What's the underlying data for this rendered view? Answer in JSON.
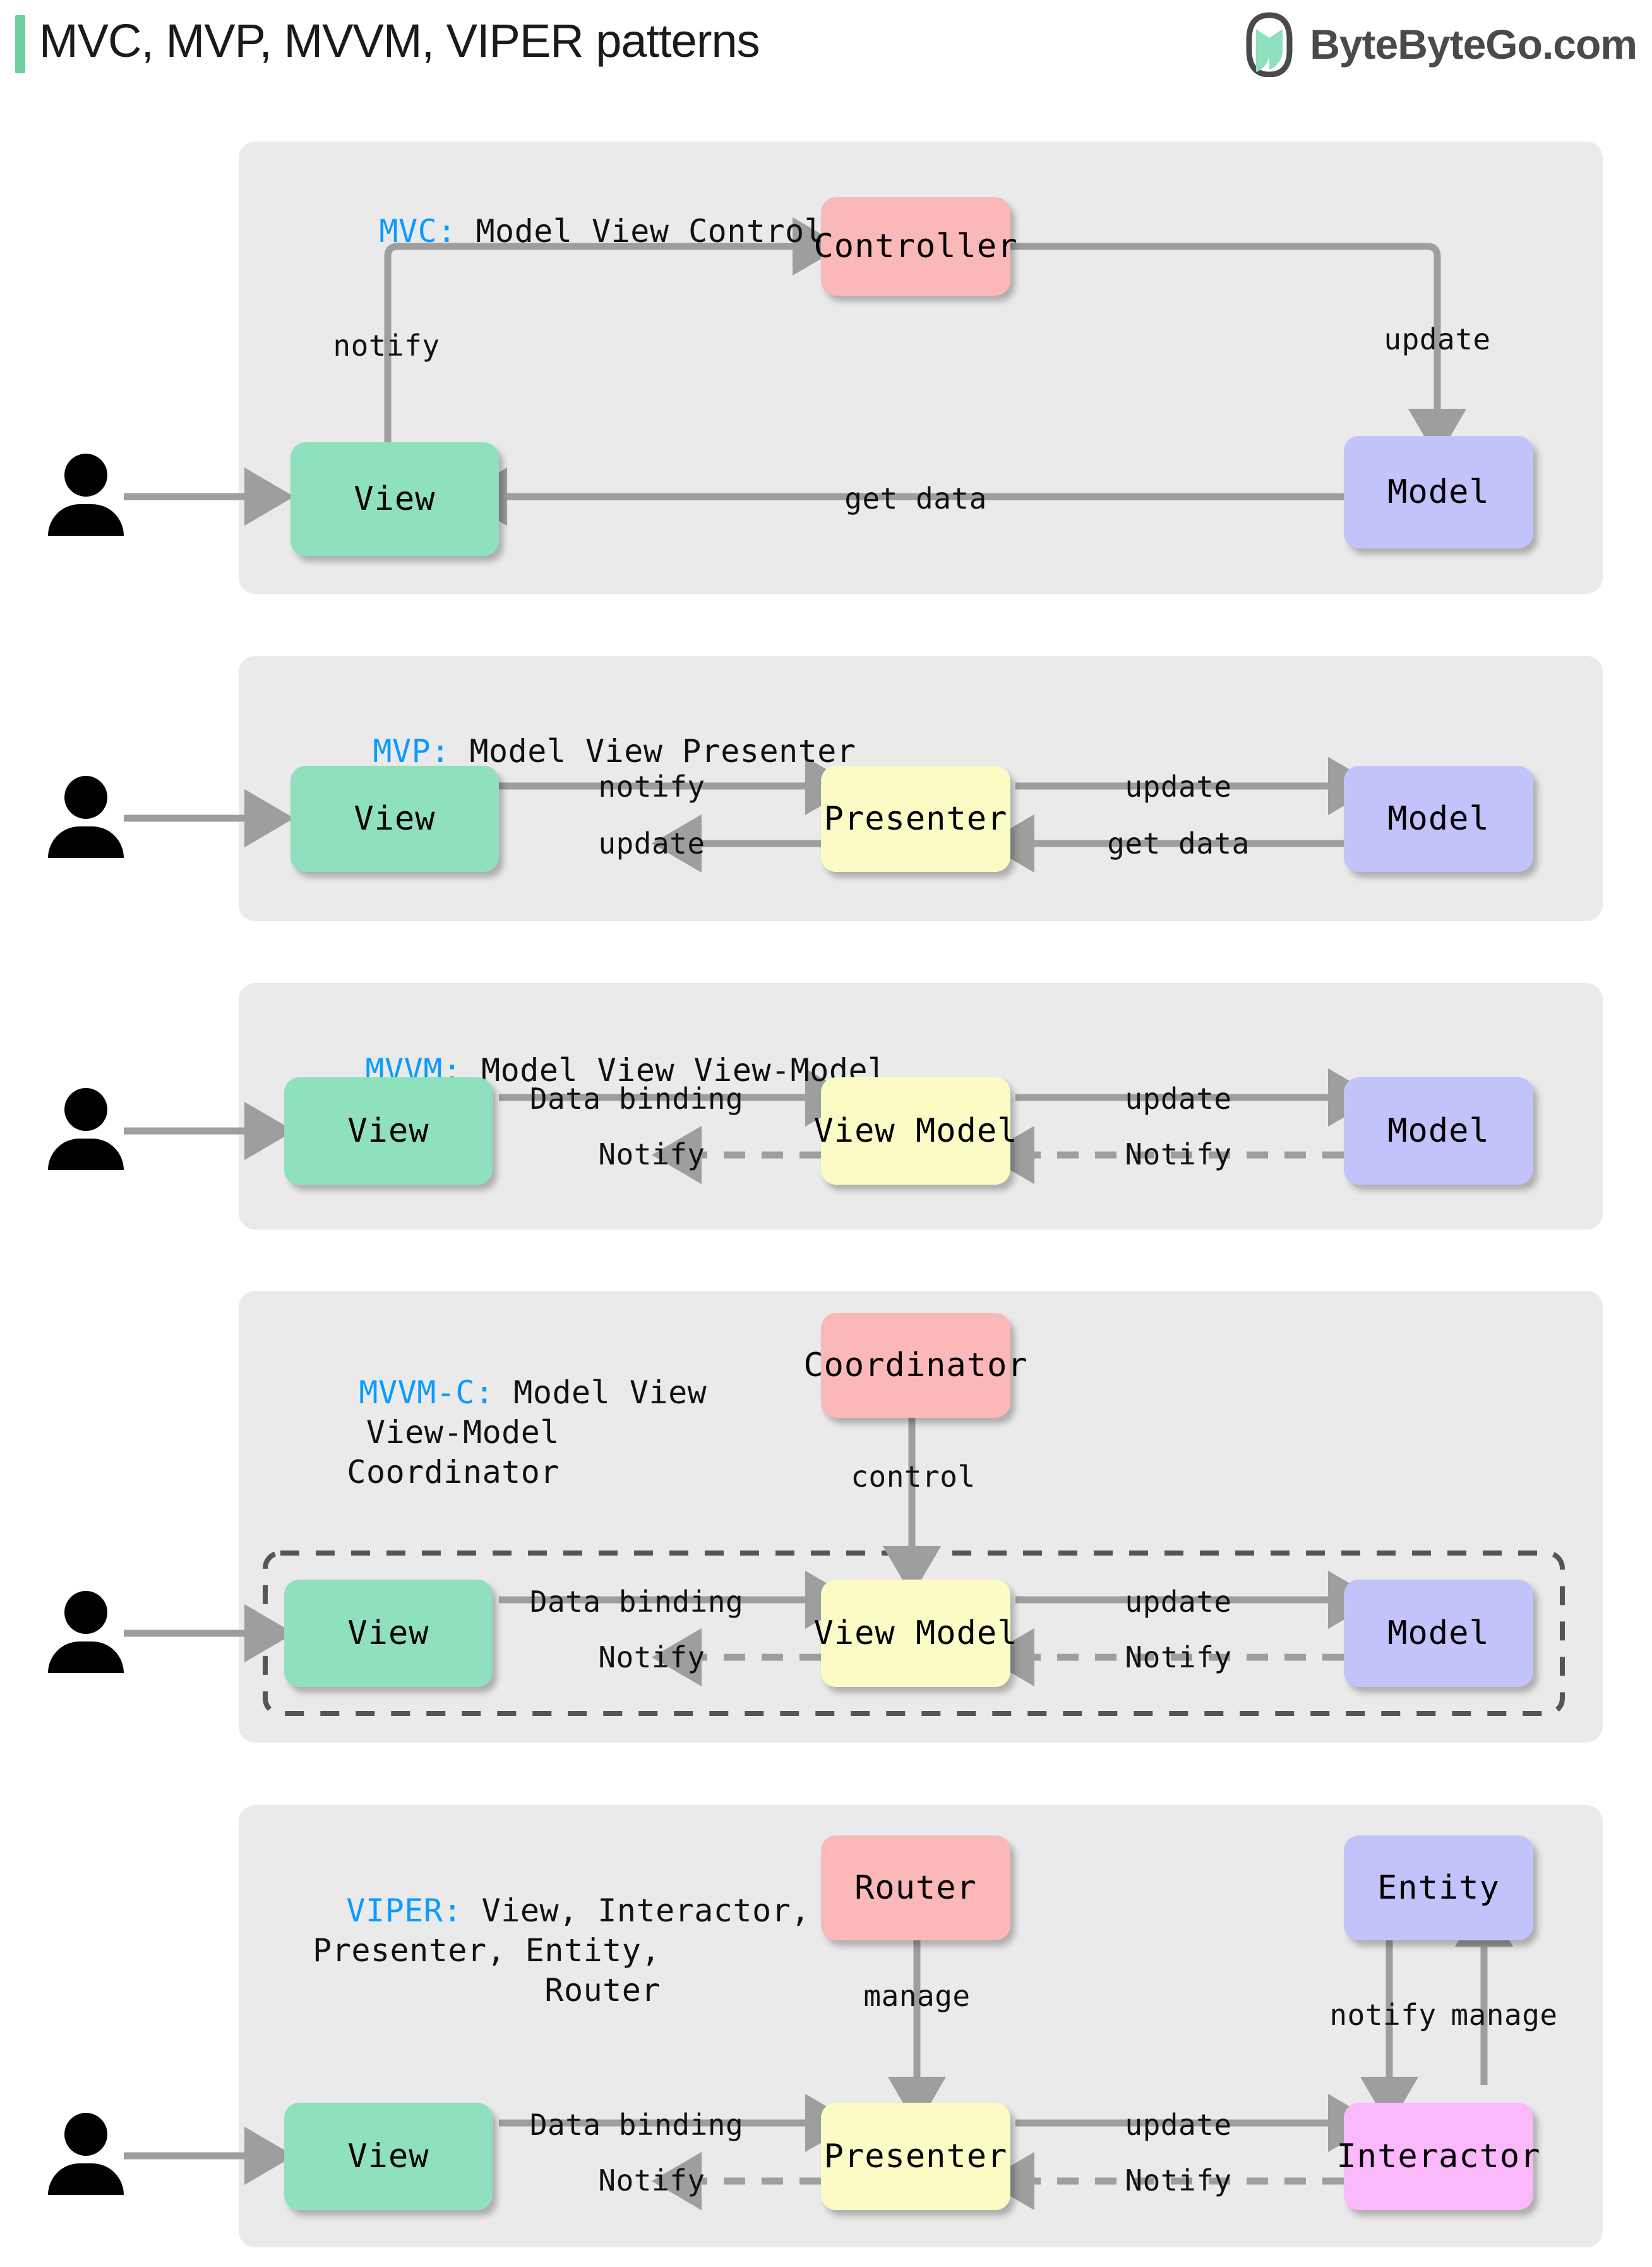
{
  "header": {
    "title": "MVC, MVP, MVVM, VIPER patterns",
    "brand_text": "ByteByteGo.com",
    "accent_bar_color": "#6FCF9F",
    "logo_icon": "bytebytego-logo-icon"
  },
  "palette": {
    "panel_bg": "#EAEAEA",
    "view": "#8FE0BC",
    "model": "#C3C3FB",
    "controller": "#FBB8B8",
    "presenter": "#FBFBC6",
    "interactor": "#FBB8FB",
    "arrow": "#9E9E9E",
    "accent_blue": "#0A9BFF",
    "dashed_border": "#555555"
  },
  "sections": [
    {
      "id": "mvc",
      "abbr": "MVC:",
      "title": " Model View Controller",
      "nodes": [
        {
          "name": "view",
          "label": "View"
        },
        {
          "name": "controller",
          "label": "Controller"
        },
        {
          "name": "model",
          "label": "Model"
        }
      ],
      "edges": [
        {
          "from": "view",
          "to": "controller",
          "label": "notify",
          "style": "solid"
        },
        {
          "from": "controller",
          "to": "model",
          "label": "update",
          "style": "solid"
        },
        {
          "from": "model",
          "to": "view",
          "label": "get data",
          "style": "solid"
        },
        {
          "from": "user",
          "to": "view",
          "label": "",
          "style": "solid"
        }
      ]
    },
    {
      "id": "mvp",
      "abbr": "MVP:",
      "title": " Model View Presenter",
      "nodes": [
        {
          "name": "view",
          "label": "View"
        },
        {
          "name": "presenter",
          "label": "Presenter"
        },
        {
          "name": "model",
          "label": "Model"
        }
      ],
      "edges": [
        {
          "from": "view",
          "to": "presenter",
          "label": "notify",
          "style": "solid"
        },
        {
          "from": "presenter",
          "to": "view",
          "label": "update",
          "style": "solid"
        },
        {
          "from": "presenter",
          "to": "model",
          "label": "update",
          "style": "solid"
        },
        {
          "from": "model",
          "to": "presenter",
          "label": "get data",
          "style": "solid"
        },
        {
          "from": "user",
          "to": "view",
          "label": "",
          "style": "solid"
        }
      ]
    },
    {
      "id": "mvvm",
      "abbr": "MVVM:",
      "title": " Model View View-Model",
      "nodes": [
        {
          "name": "view",
          "label": "View"
        },
        {
          "name": "view_model",
          "label": "View Model"
        },
        {
          "name": "model",
          "label": "Model"
        }
      ],
      "edges": [
        {
          "from": "view",
          "to": "view_model",
          "label": "Data binding",
          "style": "solid"
        },
        {
          "from": "view_model",
          "to": "view",
          "label": "Notify",
          "style": "dashed"
        },
        {
          "from": "view_model",
          "to": "model",
          "label": "update",
          "style": "solid"
        },
        {
          "from": "model",
          "to": "view_model",
          "label": "Notify",
          "style": "dashed"
        },
        {
          "from": "user",
          "to": "view",
          "label": "",
          "style": "solid"
        }
      ]
    },
    {
      "id": "mvvmc",
      "abbr": "MVVM-C:",
      "title": " Model View\nView-Model\nCoordinator",
      "nodes": [
        {
          "name": "coordinator",
          "label": "Coordinator"
        },
        {
          "name": "view",
          "label": "View"
        },
        {
          "name": "view_model",
          "label": "View Model"
        },
        {
          "name": "model",
          "label": "Model"
        }
      ],
      "edges": [
        {
          "from": "coordinator",
          "to": "view_model",
          "label": "control",
          "style": "solid"
        },
        {
          "from": "view",
          "to": "view_model",
          "label": "Data binding",
          "style": "solid"
        },
        {
          "from": "view_model",
          "to": "view",
          "label": "Notify",
          "style": "dashed"
        },
        {
          "from": "view_model",
          "to": "model",
          "label": "update",
          "style": "solid"
        },
        {
          "from": "model",
          "to": "view_model",
          "label": "Notify",
          "style": "dashed"
        },
        {
          "from": "user",
          "to": "view",
          "label": "",
          "style": "solid"
        }
      ],
      "group_box": "dashed-group-box"
    },
    {
      "id": "viper",
      "abbr": "VIPER:",
      "title": " View, Interactor,\nPresenter, Entity,\nRouter",
      "nodes": [
        {
          "name": "router",
          "label": "Router"
        },
        {
          "name": "entity",
          "label": "Entity"
        },
        {
          "name": "view",
          "label": "View"
        },
        {
          "name": "presenter",
          "label": "Presenter"
        },
        {
          "name": "interactor",
          "label": "Interactor"
        }
      ],
      "edges": [
        {
          "from": "router",
          "to": "presenter",
          "label": "manage",
          "style": "solid"
        },
        {
          "from": "entity",
          "to": "interactor",
          "label": "notify",
          "style": "solid"
        },
        {
          "from": "interactor",
          "to": "entity",
          "label": "manage",
          "style": "solid"
        },
        {
          "from": "view",
          "to": "presenter",
          "label": "Data binding",
          "style": "solid"
        },
        {
          "from": "presenter",
          "to": "view",
          "label": "Notify",
          "style": "dashed"
        },
        {
          "from": "presenter",
          "to": "interactor",
          "label": "update",
          "style": "solid"
        },
        {
          "from": "interactor",
          "to": "presenter",
          "label": "Notify",
          "style": "dashed"
        },
        {
          "from": "user",
          "to": "view",
          "label": "",
          "style": "solid"
        }
      ]
    }
  ]
}
